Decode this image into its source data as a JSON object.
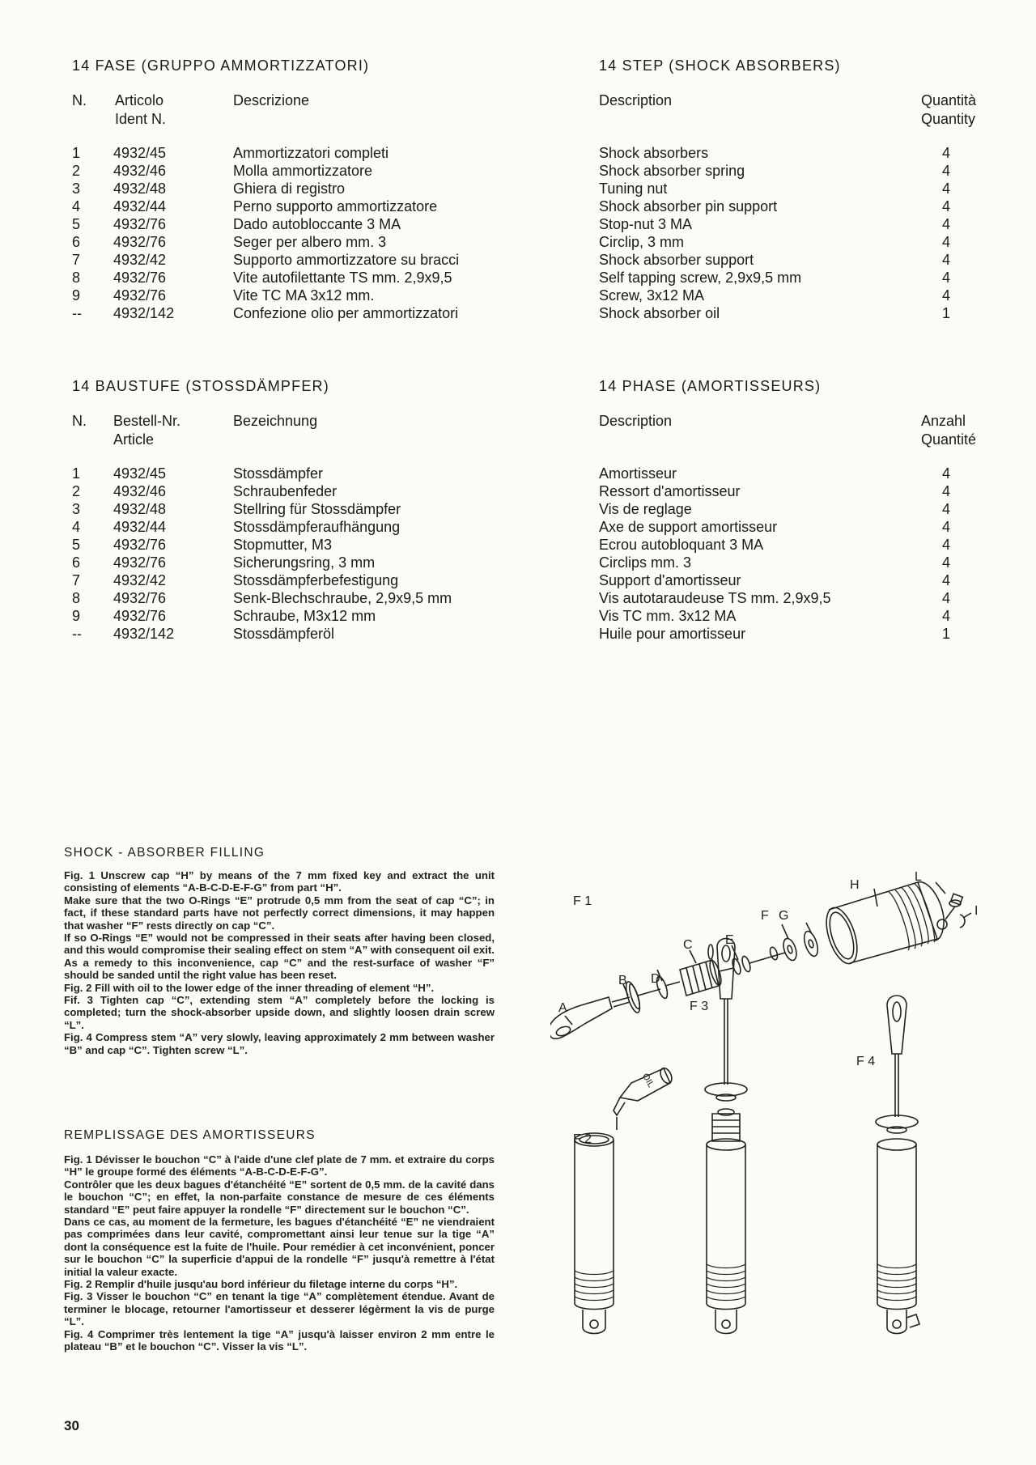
{
  "sections": [
    {
      "title": "14   FASE  (GRUPPO AMMORTIZZATORI)",
      "col_headers": {
        "n": "N.",
        "article_1": "Articolo",
        "article_2": "Ident N.",
        "desc": "Descrizione"
      },
      "rows": [
        {
          "n": "1",
          "code": "4932/45",
          "desc": "Ammortizzatori completi"
        },
        {
          "n": "2",
          "code": "4932/46",
          "desc": "Molla ammortizzatore"
        },
        {
          "n": "3",
          "code": "4932/48",
          "desc": "Ghiera di registro"
        },
        {
          "n": "4",
          "code": "4932/44",
          "desc": "Perno supporto ammortizzatore"
        },
        {
          "n": "5",
          "code": "4932/76",
          "desc": "Dado autobloccante 3 MA"
        },
        {
          "n": "6",
          "code": "4932/76",
          "desc": "Seger per albero mm. 3"
        },
        {
          "n": "7",
          "code": "4932/42",
          "desc": "Supporto ammortizzatore su bracci"
        },
        {
          "n": "8",
          "code": "4932/76",
          "desc": "Vite autofilettante TS mm. 2,9x9,5"
        },
        {
          "n": "9",
          "code": "4932/76",
          "desc": "Vite TC MA 3x12 mm."
        },
        {
          "n": "--",
          "code": "4932/142",
          "desc": "Confezione olio per ammortizzatori"
        }
      ]
    },
    {
      "title": "14   STEP  (SHOCK ABSORBERS)",
      "col_headers": {
        "desc": "Description",
        "qty_1": "Quantità",
        "qty_2": "Quantity"
      },
      "rows": [
        {
          "desc": "Shock absorbers",
          "qty": "4"
        },
        {
          "desc": "Shock absorber spring",
          "qty": "4"
        },
        {
          "desc": "Tuning nut",
          "qty": "4"
        },
        {
          "desc": "Shock absorber pin support",
          "qty": "4"
        },
        {
          "desc": "Stop-nut 3 MA",
          "qty": "4"
        },
        {
          "desc": "Circlip, 3 mm",
          "qty": "4"
        },
        {
          "desc": "Shock absorber support",
          "qty": "4"
        },
        {
          "desc": "Self tapping screw, 2,9x9,5 mm",
          "qty": "4"
        },
        {
          "desc": "Screw, 3x12 MA",
          "qty": "4"
        },
        {
          "desc": "Shock absorber oil",
          "qty": "1"
        }
      ]
    },
    {
      "title": "14   BAUSTUFE  (STOSSDÄMPFER)",
      "col_headers": {
        "n": "N.",
        "article_1": "Bestell-Nr.",
        "article_2": "Article",
        "desc": "Bezeichnung"
      },
      "rows": [
        {
          "n": "1",
          "code": "4932/45",
          "desc": "Stossdämpfer"
        },
        {
          "n": "2",
          "code": "4932/46",
          "desc": "Schraubenfeder"
        },
        {
          "n": "3",
          "code": "4932/48",
          "desc": "Stellring für Stossdämpfer"
        },
        {
          "n": "4",
          "code": "4932/44",
          "desc": "Stossdämpferaufhängung"
        },
        {
          "n": "5",
          "code": "4932/76",
          "desc": "Stopmutter, M3"
        },
        {
          "n": "6",
          "code": "4932/76",
          "desc": "Sicherungsring, 3 mm"
        },
        {
          "n": "7",
          "code": "4932/42",
          "desc": "Stossdämpferbefestigung"
        },
        {
          "n": "8",
          "code": "4932/76",
          "desc": "Senk-Blechschraube, 2,9x9,5 mm"
        },
        {
          "n": "9",
          "code": "4932/76",
          "desc": "Schraube, M3x12 mm"
        },
        {
          "n": "--",
          "code": "4932/142",
          "desc": "Stossdämpferöl"
        }
      ]
    },
    {
      "title": "14   PHASE  (AMORTISSEURS)",
      "col_headers": {
        "desc": "Description",
        "qty_1": "Anzahl",
        "qty_2": "Quantité"
      },
      "rows": [
        {
          "desc": "Amortisseur",
          "qty": "4"
        },
        {
          "desc": "Ressort d'amortisseur",
          "qty": "4"
        },
        {
          "desc": "Vis de reglage",
          "qty": "4"
        },
        {
          "desc": "Axe de support amortisseur",
          "qty": "4"
        },
        {
          "desc": "Ecrou autobloquant 3 MA",
          "qty": "4"
        },
        {
          "desc": "Circlips mm. 3",
          "qty": "4"
        },
        {
          "desc": "Support d'amortisseur",
          "qty": "4"
        },
        {
          "desc": "Vis autotaraudeuse TS mm. 2,9x9,5",
          "qty": "4"
        },
        {
          "desc": "Vis TC mm. 3x12 MA",
          "qty": "4"
        },
        {
          "desc": "Huile pour amortisseur",
          "qty": "1"
        }
      ]
    }
  ],
  "instructions_en": {
    "title": "SHOCK - ABSORBER  FILLING",
    "paragraphs": [
      "Fig. 1  Unscrew cap “H” by means of the 7 mm fixed key and extract the unit consisting of elements “A-B-C-D-E-F-G” from part “H”.",
      "Make sure that the two O-Rings “E” protrude 0,5 mm from the seat of cap “C”; in fact, if these standard parts have not perfectly correct dimensions, it may happen that washer “F” rests directly on cap “C”.",
      "If so O-Rings “E” would not be compressed in their seats after having been closed, and this would compromise their sealing effect on stem “A” with consequent oil exit.",
      "As a remedy to this inconvenience, cap “C” and the rest-surface of washer “F” should be sanded until the right value has been reset.",
      "Fig. 2  Fill with oil to the lower edge of the inner threading of element “H”.",
      "Fif. 3  Tighten cap “C”, extending stem “A” completely before the locking is completed; turn the shock-absorber upside down, and slightly loosen drain screw “L”.",
      "Fig. 4  Compress stem “A” very slowly, leaving approximately 2 mm between washer “B” and cap “C”. Tighten screw “L”."
    ]
  },
  "instructions_fr": {
    "title": "REMPLISSAGE DES AMORTISSEURS",
    "paragraphs": [
      "Fig. 1  Dévisser le bouchon “C” à l'aide d'une clef plate de 7 mm. et extraire du corps “H” le groupe formé des éléments “A-B-C-D-E-F-G”.",
      "Contrôler que les deux bagues d'étanchéité “E” sortent de 0,5 mm. de la cavité dans le bouchon “C”; en effet, la non-parfaite constance de mesure de ces éléments standard “E” peut faire appuyer la rondelle “F” directement sur le bouchon “C”.",
      "Dans ce cas, au moment de la fermeture, les bagues d'étanchéité “E” ne viendraient pas comprimées dans leur cavité, compromettant ainsi leur tenue sur la tige “A” dont la conséquence est la fuite de l'huile. Pour remédier à cet inconvénient, poncer sur le bouchon “C” la superficie d'appui de la rondelle “F” jusqu'à remettre à l'état initial la valeur exacte.",
      "Fig. 2  Remplir d'huile jusqu'au bord inférieur du filetage interne du corps “H”.",
      "Fig. 3  Visser le bouchon “C” en tenant la tige “A” complètement étendue. Avant de terminer le blocage, retourner l'amortisseur et desserer légèrment la vis de purge “L”.",
      "Fig. 4  Comprimer très lentement la tige “A” jusqu'à laisser environ 2 mm entre le plateau “B” et le bouchon “C”. Visser la vis “L”."
    ]
  },
  "figure_labels": {
    "f1": "F 1",
    "f2": "F 2",
    "f3": "F 3",
    "f4": "F 4",
    "a": "A",
    "b": "B",
    "c": "C",
    "d": "D",
    "e": "E",
    "f": "F",
    "g": "G",
    "h": "H",
    "l": "L",
    "i": "I",
    "oil": "OIL"
  },
  "page_number": "30"
}
